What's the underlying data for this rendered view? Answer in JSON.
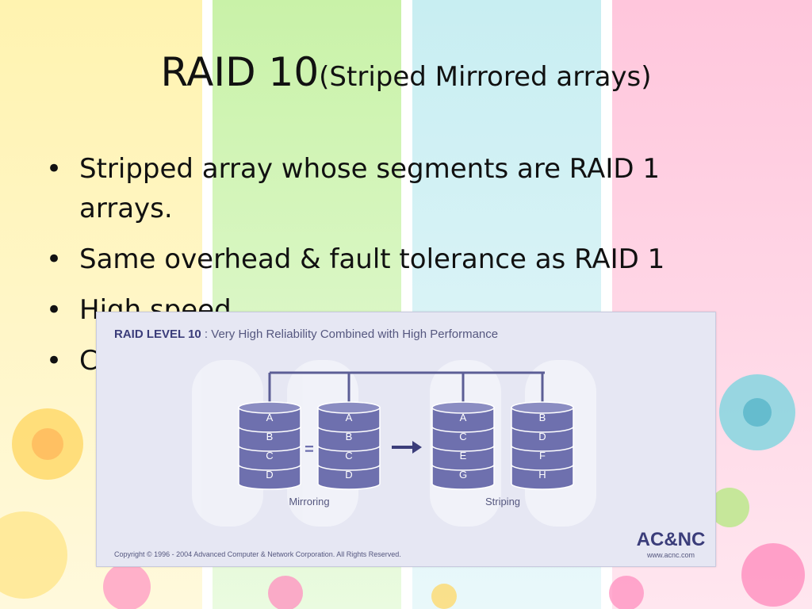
{
  "slide": {
    "title_main": "RAID 10",
    "title_sub": "(Striped Mirrored arrays)",
    "bullets": [
      "Stripped array whose segments are RAID 1 arrays.",
      "Same overhead & fault tolerance as RAID 1",
      "High speed",
      "C"
    ]
  },
  "figure": {
    "heading_bold": "RAID LEVEL 10",
    "heading_rest": " : Very High Reliability Combined with High Performance",
    "equals_symbol": "=",
    "mirroring_label": "Mirroring",
    "striping_label": "Striping",
    "copyright": "Copyright © 1996 - 2004 Advanced Computer & Network Corporation. All Rights Reserved.",
    "logo_text": "AC&NC",
    "logo_url": "www.acnc.com",
    "disks": [
      {
        "segments": [
          "A",
          "B",
          "C",
          "D"
        ]
      },
      {
        "segments": [
          "A",
          "B",
          "C",
          "D"
        ]
      },
      {
        "segments": [
          "A",
          "C",
          "E",
          "G"
        ]
      },
      {
        "segments": [
          "B",
          "D",
          "F",
          "H"
        ]
      }
    ]
  },
  "colors": {
    "disk_fill": "#6e70ae",
    "disk_top": "#8b8dc2",
    "disk_text": "#ffffff",
    "line": "#5c5e96",
    "heading_bold": "#3b3d7a",
    "heading_rest": "#55577f",
    "panel_bg": "#e6e7f3"
  }
}
